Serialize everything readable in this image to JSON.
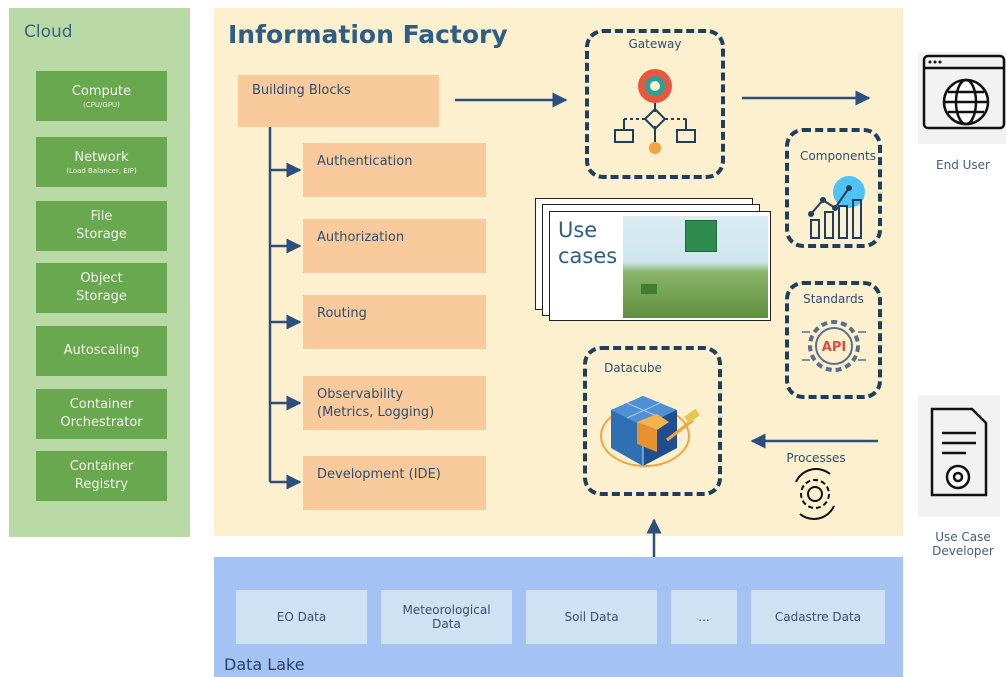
{
  "cloud": {
    "title": "Cloud",
    "items": [
      {
        "label": "Compute",
        "sub": "(CPU/GPU)"
      },
      {
        "label": "Network",
        "sub": "(Load Balancer, EIP)"
      },
      {
        "label": "File\nStorage",
        "sub": ""
      },
      {
        "label": "Object\nStorage",
        "sub": ""
      },
      {
        "label": "Autoscaling",
        "sub": ""
      },
      {
        "label": "Container\nOrchestrator",
        "sub": ""
      },
      {
        "label": "Container\nRegistry",
        "sub": ""
      }
    ]
  },
  "factory": {
    "title": "Information Factory",
    "building_blocks": "Building Blocks",
    "blocks": [
      {
        "label": "Authentication"
      },
      {
        "label": "Authorization"
      },
      {
        "label": "Routing"
      },
      {
        "label": "Observability\n(Metrics, Logging)"
      },
      {
        "label": "Development (IDE)"
      }
    ],
    "gateway": "Gateway",
    "components": "Components",
    "standards": "Standards",
    "api_text": "API",
    "datacube": "Datacube",
    "processes": "Processes",
    "use_cases_line1": "Use",
    "use_cases_line2": "cases"
  },
  "actors": {
    "end_user": "End User",
    "use_case_developer": "Use Case\nDeveloper"
  },
  "lake": {
    "title": "Data Lake",
    "items": [
      {
        "label": "EO Data"
      },
      {
        "label": "Meteorological\nData"
      },
      {
        "label": "Soil Data"
      },
      {
        "label": "..."
      },
      {
        "label": "Cadastre Data"
      }
    ]
  },
  "colors": {
    "cloud_bg": "#b9d9a7",
    "cloud_box": "#6aa84f",
    "factory_bg": "#fdf0cf",
    "block": "#f9cb9c",
    "lake_bg": "#a4c2f4",
    "lake_box": "#cfe2f3",
    "arrow": "#2c4f7f"
  }
}
